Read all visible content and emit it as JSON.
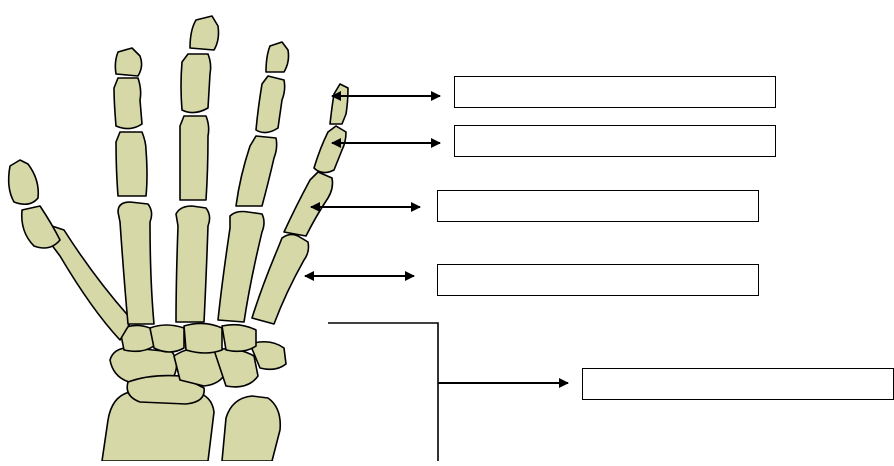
{
  "diagram": {
    "colors": {
      "bone_fill": "#d6d8a8",
      "bone_shadow": "#8f9160",
      "outline": "#000000",
      "background": "#ffffff"
    },
    "label_boxes": [
      {
        "id": "distal-phalanx",
        "value": ""
      },
      {
        "id": "middle-phalanx",
        "value": ""
      },
      {
        "id": "proximal-phalanx",
        "value": ""
      },
      {
        "id": "metacarpal",
        "value": ""
      },
      {
        "id": "carpals",
        "value": ""
      }
    ]
  }
}
